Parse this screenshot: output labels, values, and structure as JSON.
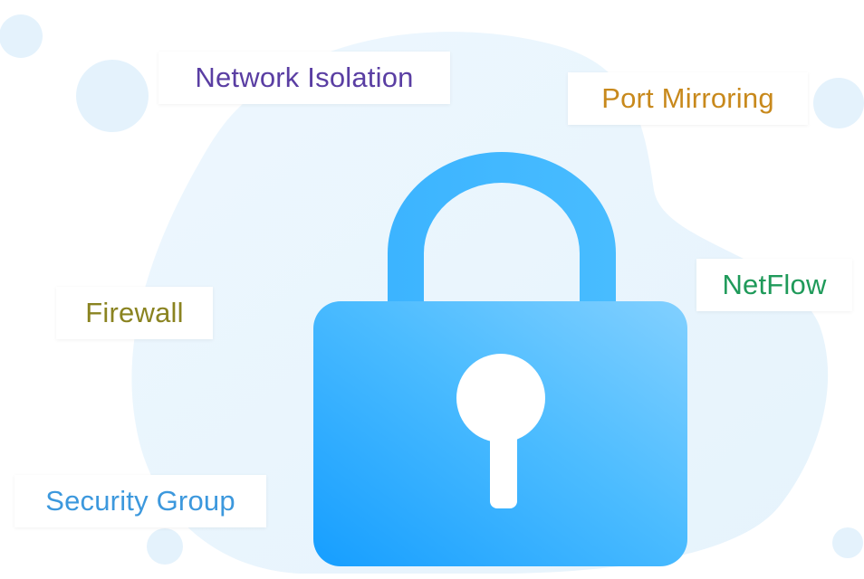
{
  "tags": {
    "network_isolation": {
      "label": "Network Isolation",
      "color": "#5a3ea3"
    },
    "port_mirroring": {
      "label": "Port Mirroring",
      "color": "#c8891c"
    },
    "netflow": {
      "label": "NetFlow",
      "color": "#1f9a5a"
    },
    "firewall": {
      "label": "Firewall",
      "color": "#8a8320"
    },
    "security_group": {
      "label": "Security Group",
      "color": "#3c98dd"
    }
  },
  "illustration": {
    "icon": "padlock-icon",
    "lock_color": "#3cb6ff",
    "background_color": "#eaf5fd"
  }
}
